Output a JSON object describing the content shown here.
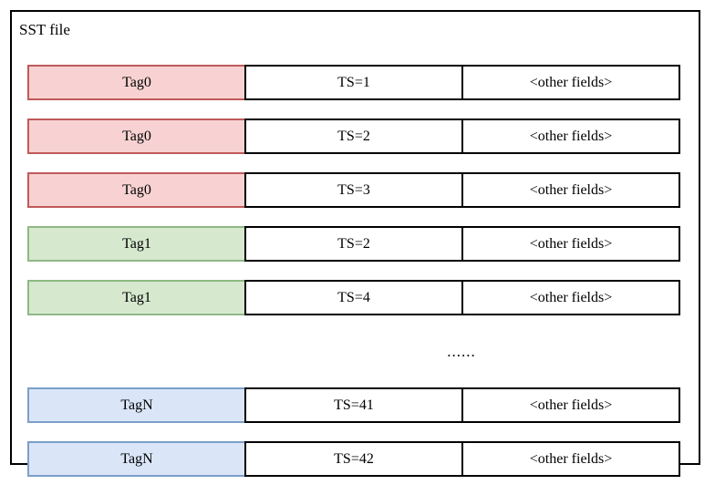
{
  "diagram": {
    "title": "SST file",
    "columns": [
      "tag",
      "timestamp",
      "other"
    ],
    "rows": [
      {
        "type": "entry",
        "tag": "Tag0",
        "ts": "TS=1",
        "other": "<other fields>",
        "color": "pink"
      },
      {
        "type": "entry",
        "tag": "Tag0",
        "ts": "TS=2",
        "other": "<other fields>",
        "color": "pink"
      },
      {
        "type": "entry",
        "tag": "Tag0",
        "ts": "TS=3",
        "other": "<other fields>",
        "color": "pink"
      },
      {
        "type": "entry",
        "tag": "Tag1",
        "ts": "TS=2",
        "other": "<other fields>",
        "color": "green"
      },
      {
        "type": "entry",
        "tag": "Tag1",
        "ts": "TS=4",
        "other": "<other fields>",
        "color": "green"
      },
      {
        "type": "ellipsis",
        "text": "......"
      },
      {
        "type": "entry",
        "tag": "TagN",
        "ts": "TS=41",
        "other": "<other fields>",
        "color": "blue"
      },
      {
        "type": "entry",
        "tag": "TagN",
        "ts": "TS=42",
        "other": "<other fields>",
        "color": "blue"
      }
    ],
    "colors": {
      "pink_fill": "#f8d2d2",
      "pink_border": "#c05a5a",
      "green_fill": "#d6e9cf",
      "green_border": "#8fb884",
      "blue_fill": "#dae6f8",
      "blue_border": "#7b9fc9",
      "cell_border": "#000000",
      "background": "#ffffff"
    }
  }
}
